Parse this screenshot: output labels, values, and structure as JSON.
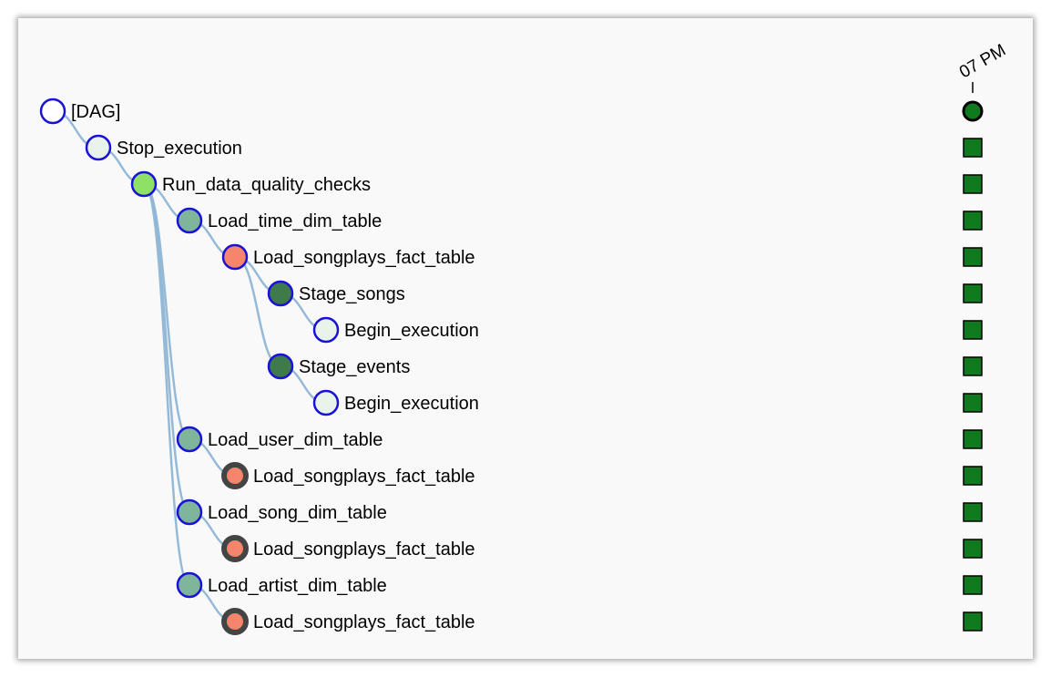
{
  "header": {
    "time_label": "07 PM"
  },
  "colors": {
    "edge": "#8fb6d6",
    "node_border_blue": "#1a12d6",
    "node_border_dark": "#444444",
    "status_success": "#0f7a1e",
    "upstream_failed": "#f5866b",
    "running_green": "#8ee067",
    "queued_teal": "#7fb59a",
    "scheduled_dark": "#3e7a4a",
    "none_light": "#e8f4e9"
  },
  "tree": [
    {
      "label": "[DAG]",
      "depth": 0,
      "parent": null,
      "fill": "#ffffff",
      "stroke": "#1a12d6",
      "thick": false,
      "run_marker": "circle"
    },
    {
      "label": "Stop_execution",
      "depth": 1,
      "parent": 0,
      "fill": "#e8f4e9",
      "stroke": "#1a12d6",
      "thick": false,
      "run_marker": "square"
    },
    {
      "label": "Run_data_quality_checks",
      "depth": 2,
      "parent": 1,
      "fill": "#8ee067",
      "stroke": "#1a12d6",
      "thick": false,
      "run_marker": "square"
    },
    {
      "label": "Load_time_dim_table",
      "depth": 3,
      "parent": 2,
      "fill": "#7fb59a",
      "stroke": "#1a12d6",
      "thick": false,
      "run_marker": "square"
    },
    {
      "label": "Load_songplays_fact_table",
      "depth": 4,
      "parent": 3,
      "fill": "#f5866b",
      "stroke": "#1a12d6",
      "thick": false,
      "run_marker": "square"
    },
    {
      "label": "Stage_songs",
      "depth": 5,
      "parent": 4,
      "fill": "#3e7a4a",
      "stroke": "#1a12d6",
      "thick": false,
      "run_marker": "square"
    },
    {
      "label": "Begin_execution",
      "depth": 6,
      "parent": 5,
      "fill": "#e8f4e9",
      "stroke": "#1a12d6",
      "thick": false,
      "run_marker": "square"
    },
    {
      "label": "Stage_events",
      "depth": 5,
      "parent": 4,
      "fill": "#3e7a4a",
      "stroke": "#1a12d6",
      "thick": false,
      "run_marker": "square"
    },
    {
      "label": "Begin_execution",
      "depth": 6,
      "parent": 7,
      "fill": "#e8f4e9",
      "stroke": "#1a12d6",
      "thick": false,
      "run_marker": "square"
    },
    {
      "label": "Load_user_dim_table",
      "depth": 3,
      "parent": 2,
      "fill": "#7fb59a",
      "stroke": "#1a12d6",
      "thick": false,
      "run_marker": "square"
    },
    {
      "label": "Load_songplays_fact_table",
      "depth": 4,
      "parent": 9,
      "fill": "#f5866b",
      "stroke": "#444444",
      "thick": true,
      "run_marker": "square"
    },
    {
      "label": "Load_song_dim_table",
      "depth": 3,
      "parent": 2,
      "fill": "#7fb59a",
      "stroke": "#1a12d6",
      "thick": false,
      "run_marker": "square"
    },
    {
      "label": "Load_songplays_fact_table",
      "depth": 4,
      "parent": 11,
      "fill": "#f5866b",
      "stroke": "#444444",
      "thick": true,
      "run_marker": "square"
    },
    {
      "label": "Load_artist_dim_table",
      "depth": 3,
      "parent": 2,
      "fill": "#7fb59a",
      "stroke": "#1a12d6",
      "thick": false,
      "run_marker": "square"
    },
    {
      "label": "Load_songplays_fact_table",
      "depth": 4,
      "parent": 13,
      "fill": "#f5866b",
      "stroke": "#444444",
      "thick": true,
      "run_marker": "square"
    }
  ]
}
